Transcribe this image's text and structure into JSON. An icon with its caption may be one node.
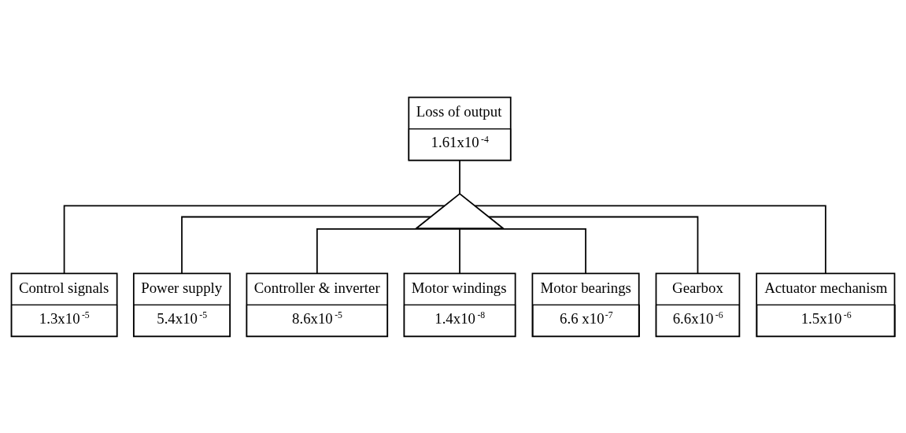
{
  "diagram": {
    "nodes": [
      {
        "text": [
          "Loss of output",
          "1.61x10$^{-4}$"
        ]
      },
      {
        "text": [],
        "shape": "gate"
      },
      {
        "text": [
          "Control signals",
          "1.3x10$^{-5}$"
        ]
      },
      {
        "text": [
          "Power supply",
          "5.4x10$^{-5}$"
        ]
      },
      {
        "text": [
          "Controller & inverter",
          "8.6x10$^{-5}$"
        ]
      },
      {
        "text": [
          "Motor windings",
          "1.4x10$^{-8}$"
        ]
      },
      {
        "text": [
          "Motor bearings",
          "6.6 x10$^{-7}$"
        ]
      },
      {
        "text": [
          "Gearbox",
          "6.6x10$^{-6}$"
        ]
      },
      {
        "text": [
          "Actuator mechanism",
          "1.5x10$^{-6}$"
        ]
      }
    ],
    "edges": [
      {
        "from": 0,
        "to": 1,
        "arrow": "none"
      },
      {
        "from": 1,
        "to": 2,
        "arrow": "none"
      },
      {
        "from": 1,
        "to": 3,
        "arrow": "none"
      },
      {
        "from": 1,
        "to": 4,
        "arrow": "none"
      },
      {
        "from": 1,
        "to": 5,
        "arrow": "none"
      },
      {
        "from": 1,
        "to": 6,
        "arrow": "none"
      },
      {
        "from": 1,
        "to": 7,
        "arrow": "none"
      },
      {
        "from": 1,
        "to": 8,
        "arrow": "none"
      }
    ]
  }
}
